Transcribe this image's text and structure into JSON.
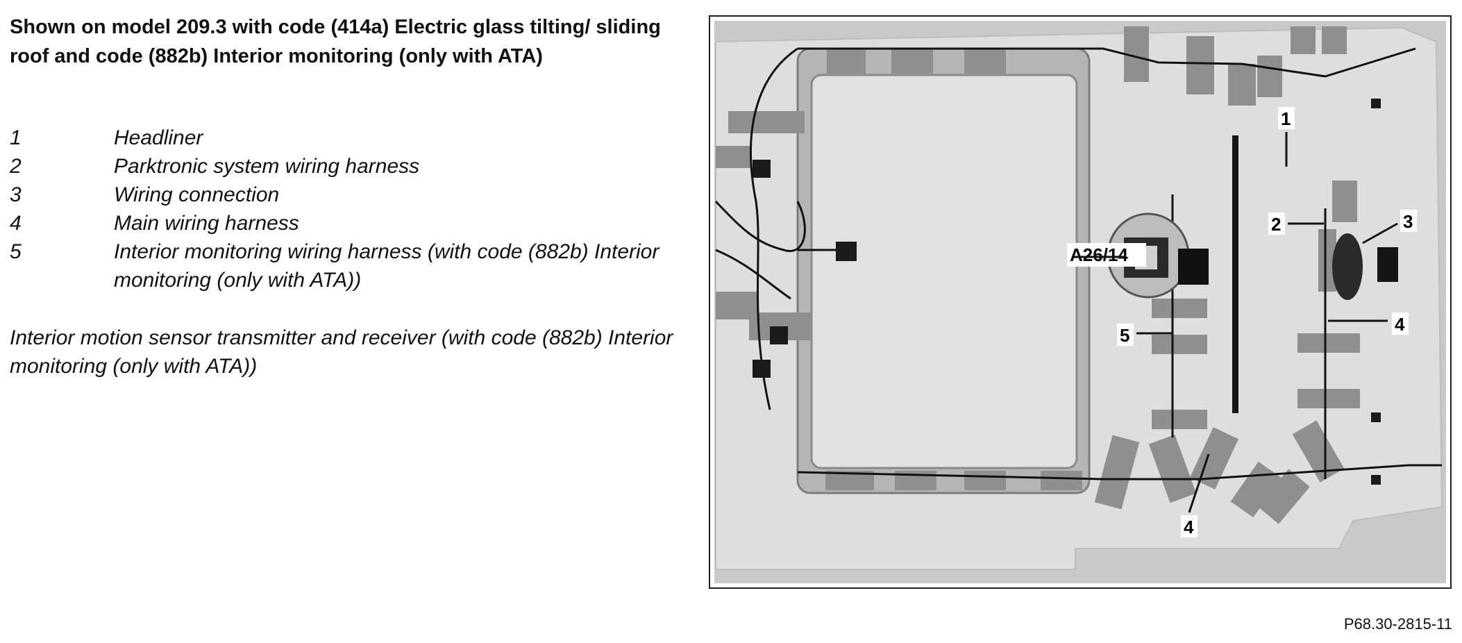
{
  "title": "Shown on model 209.3 with code (414a) Electric glass tilting/ sliding roof and code (882b) Interior monitoring (only with ATA)",
  "legend": [
    {
      "number": "1",
      "text": "Headliner"
    },
    {
      "number": "2",
      "text": "Parktronic system wiring harness"
    },
    {
      "number": "3",
      "text": "Wiring connection"
    },
    {
      "number": "4",
      "text": "Main wiring harness"
    },
    {
      "number": "5",
      "text": "Interior monitoring wiring harness (with code (882b) Interior monitoring (only with ATA))"
    }
  ],
  "note": "Interior motion sensor transmitter and receiver (with code (882b) Interior monitoring (only with ATA))",
  "callouts": {
    "a26_14": "A26/14",
    "c1": "1",
    "c2": "2",
    "c3": "3",
    "c4_right": "4",
    "c4_bottom": "4",
    "c5": "5"
  },
  "reference_code": "P68.30-2815-11"
}
